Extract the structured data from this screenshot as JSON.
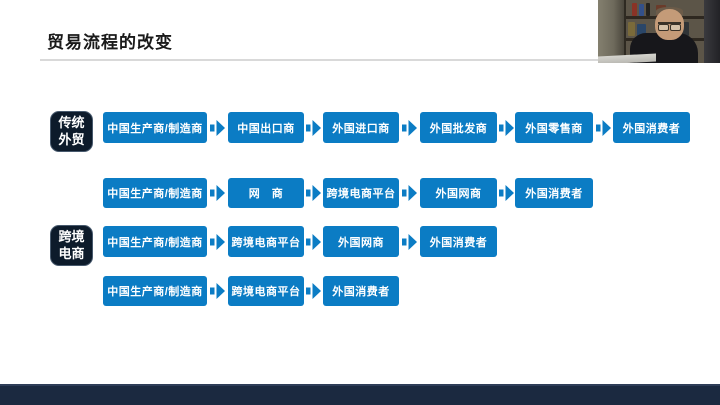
{
  "slide": {
    "title": "贸易流程的改变",
    "colors": {
      "box_blue": "#0b7cc4",
      "label_navy": "#0d1b2b",
      "footer_navy": "#1b2940",
      "underline_gray": "#d9d9d9"
    }
  },
  "flow": {
    "group_labels": [
      {
        "line1": "传统",
        "line2": "外贸"
      },
      {
        "line1": "跨境",
        "line2": "电商"
      }
    ],
    "rows": [
      {
        "boxes": [
          "中国生产商/制造商",
          "中国出口商",
          "外国进口商",
          "外国批发商",
          "外国零售商",
          "外国消费者"
        ]
      },
      {
        "boxes": [
          "中国生产商/制造商",
          "网　商",
          "跨境电商平台",
          "外国网商",
          "外国消费者"
        ]
      },
      {
        "boxes": [
          "中国生产商/制造商",
          "跨境电商平台",
          "外国网商",
          "外国消费者"
        ]
      },
      {
        "boxes": [
          "中国生产商/制造商",
          "跨境电商平台",
          "外国消费者"
        ]
      }
    ]
  }
}
